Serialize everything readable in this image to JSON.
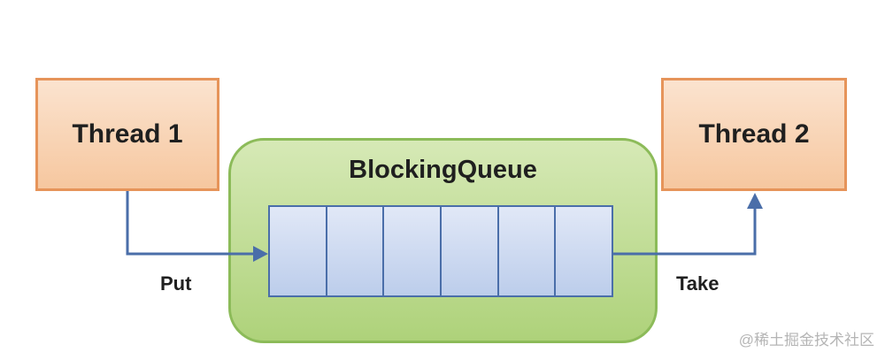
{
  "diagram": {
    "producer": {
      "label": "Thread 1"
    },
    "consumer": {
      "label": "Thread 2"
    },
    "queue": {
      "label": "BlockingQueue",
      "slot_count": 6
    },
    "put_edge": {
      "label": "Put"
    },
    "take_edge": {
      "label": "Take"
    }
  },
  "watermark": {
    "text": "@稀土掘金技术社区"
  },
  "colors": {
    "thread_fill": "#f6c79f",
    "thread_border": "#e6945a",
    "queue_fill": "#aed27a",
    "queue_border": "#8cbb59",
    "slot_fill": "#bccdeb",
    "slot_border": "#4a6ea9",
    "arrow": "#4a6ea9"
  }
}
